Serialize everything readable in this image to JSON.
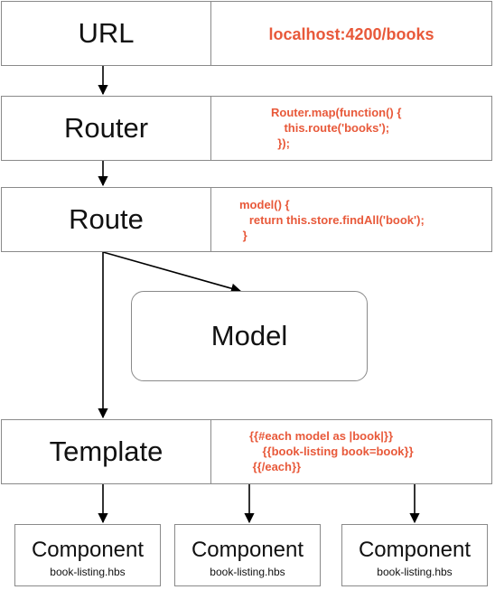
{
  "url_row": {
    "label": "URL",
    "code": "localhost:4200/books"
  },
  "router_row": {
    "label": "Router",
    "code": "Router.map(function() {\n    this.route('books');\n  });"
  },
  "route_row": {
    "label": "Route",
    "code": "model() {\n   return this.store.findAll('book');\n }"
  },
  "model": {
    "label": "Model"
  },
  "template_row": {
    "label": "Template",
    "code": "{{#each model as |book|}}\n    {{book-listing book=book}}\n {{/each}}"
  },
  "components": [
    {
      "title": "Component",
      "file": "book-listing.hbs"
    },
    {
      "title": "Component",
      "file": "book-listing.hbs"
    },
    {
      "title": "Component",
      "file": "book-listing.hbs"
    }
  ],
  "colors": {
    "code": "#e8593a",
    "border": "#8a8a8a",
    "text": "#111111"
  }
}
